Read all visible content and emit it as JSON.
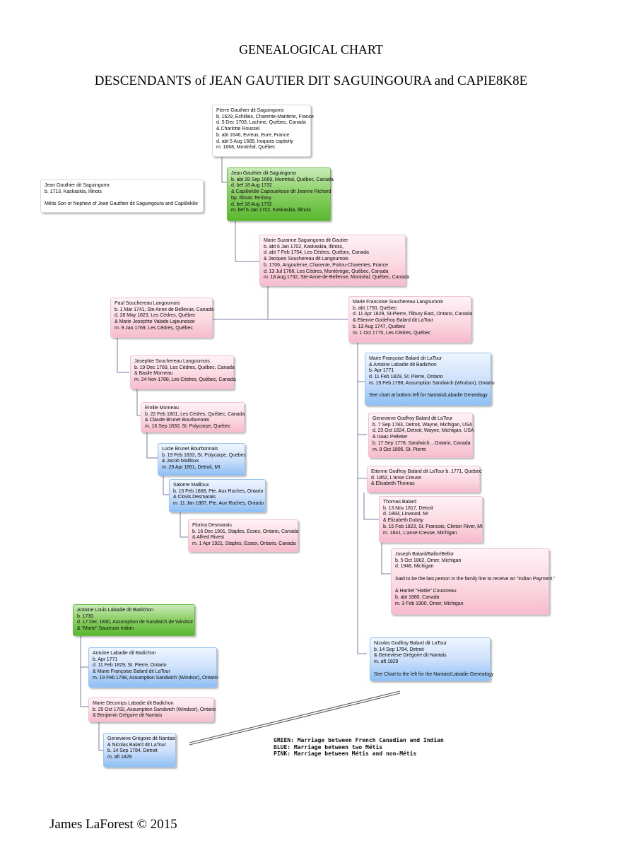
{
  "title": "GENEALOGICAL CHART",
  "subtitle": "DESCENDANTS of JEAN GAUTIER DIT SAGUINGOURA and CAPIE8K8E",
  "boxes": {
    "pierre": [
      "Pierre Gauthier dit Saguingorra",
      "b. 1629, Echillais, Charente-Maritime, France",
      "d. 5 Dec 1703, Lachine, Québec, Canada",
      "& Charlotte Roussel",
      "b. abt 1646, Evreux, Eure, France",
      "d. abt 5 Aug 1689, Iroquois captivity",
      "m. 1668, Montréal, Québec"
    ],
    "jean_gauthier_1713": [
      "Jean Gauthier dit Saguingorra",
      "b. 1713, Kaskaskia, Illinois",
      "",
      "Métis Son or Nephew of Jean Gauthier dit Saguingoura and Capi8ek8e"
    ],
    "jean": [
      "Jean Gauthier dit Saguingorra",
      "b. abt 28 Sep 1669, Montréal, Québec, Canada",
      "d. bef 18 Aug 1732",
      "& Capi8ek8e Capiouekoue dit Jeanne Richard",
      "bp. Illinois Territory",
      "d. bef 18 Aug 1732",
      "m. bef 6 Jan 1702, Kaskaskia, Illinois"
    ],
    "marie_suzanne": [
      "Marie Suzanne Saguingorra dit Gautier",
      "b. abt 6 Jan 1702, Kaskaskia, Illinois,",
      "d. abt 7 Feb 1754, Les Cèdres, Québec, Canada",
      "& Jacques Souchereau dit Langoumois",
      "b. 1706, Angouleme, Charente, Poitou-Charentes, France",
      "d. 13 Jul 1768, Les Cèdres, Montérégie, Québec, Canada",
      "m. 18 Aug 1732, Ste-Anne-de-Bellevue, Montréal, Québec, Canada"
    ],
    "paul": [
      "Paul Souchereau Langoumois",
      "b. 1 Mar 1741, Ste Anne de Bellevue, Canada",
      "d. 28 May 1823, Les Cèdres, Québec",
      "& Marie Josephte Valade Lajeunesse",
      "m. 9 Jan 1769, Les Cèdres, Québec"
    ],
    "marie_francoise_1750": [
      "Marie Francoise Souchereau Langoumois",
      "b. abt 1750, Québec",
      "d. 11 Apr 1829, St-Pierre, Tilbury East, Ontario, Canada",
      "& Etienne Godefroy Balard dit LaTour",
      "b. 13 Aug 1747, Québec",
      "m. 1 Oct 1770, Les Cèdres, Québec"
    ],
    "josephte": [
      "Josephte Souchereau Langoumois",
      "b. 19 Dec 1769, Les Cèdres, Québec, Canada",
      "& Basile Morneau",
      "m. 24 Nov 1788, Les Cèdres, Québec, Canada"
    ],
    "emilie": [
      "Emilie Morneau",
      "b. 22 Feb 1801, Les Cèdres, Québec, Canada",
      "& Claude Brunet Bourbonnais",
      "m. 16 Sep 1830, St. Polycarpe, Quebec"
    ],
    "lucie": [
      "Lucie Brunet Bourbonnais",
      "b. 19 Feb 1833, St. Polycarpe, Quebec",
      "& Jacob Mailloux",
      "m. 29 Apr 1851, Detroit, MI"
    ],
    "salome": [
      "Salome Mailloux",
      "b. 15 Feb 1868, Pte. Aux Roches, Ontario",
      "& Clovis Desmarais",
      "m. 11 Jan 1887, Pte. Aux Roches, Ontario"
    ],
    "florina": [
      "Florina Desmarais",
      "b. 16 Dec 1901, Staples, Essex, Ontario, Canada",
      "& Alfred Rivest",
      "m. 1 Apr 1921, Staples, Essex, Ontario, Canada"
    ],
    "marie_francoise_balard": [
      "Marie Françoise Balard dit LaTour",
      "& Antoine Labadie dit Badichon",
      "b. Apr 1771",
      "d. 11 Feb 1829, St. Pierre, Ontario",
      "m. 19 Feb 1798, Assumption Sandwich (Windsor), Ontario",
      "",
      "See chart at bottom left for Nantais/Labadie Genealogy"
    ],
    "genevieve_godfroy": [
      "Genevieve Godfroy Balard dit LaTour",
      "b. 7 Sep 1783, Detroit, Wayne, Michigan, USA",
      "d. 23 Oct 1824, Detroit, Wayne, Michigan, USA",
      "& Isaac Pelletier",
      "b. 17 Sep 1778, Sandwich, , Ontario, Canada",
      "m. 9 Oct 1806, St. Pierre"
    ],
    "etienne": [
      "Etienne Godfroy Balard dit LaTour b. 1771, Quebec",
      "d. 1852, L'anse Creuse",
      "& Elisabeth Thomas"
    ],
    "thomas": [
      "Thomas Balard",
      "b. 13 Nov 1817, Detroit",
      "d. 1893, Linwood, MI",
      "& Elizabeth Dubay",
      "b. 15 Feb 1823, St. Francois, Clinton River, MI",
      "m. 1841, L'anse Creuse, Michigan"
    ],
    "joseph": [
      "Joseph Balard/Ballor/Bellor",
      "b. 5 Oct 1862, Omer, Michigan",
      "d. 1948, Michigan",
      "",
      "Said to be the last person in the family line to receive an \"Indian Payment.\"",
      "",
      "& Harriet \"Hattie\" Cousineau",
      "b. abt 1880, Canada",
      "m. 3 Feb 1900, Omer, Michigan"
    ],
    "nicolas": [
      "Nicolas Godfroy Balard dit LaTour",
      "b. 14 Sep 1784, Detroit",
      "& Genevieve Grégoire dit Nantais",
      "m. aft 1829",
      "",
      "See Chart to the left for the Nantais/Labadie Genealogy"
    ],
    "antoine_louis": [
      "Antoine Louis Labadie dit Badichon",
      "b. 1730",
      "d. 17 Dec 1830, Assomption de Sandwich de Windsor",
      "& \"Marie\" Sauteuse Indian"
    ],
    "antoine": [
      "Antoine Labadie dit Badichon",
      "b. Apr 1771",
      "d. 11 Feb 1829, St. Pierre, Ontario",
      "& Marie Françoise Balard dit LaTour",
      "m. 19 Feb 1798, Assumption Sandwich (Windsor), Ontario"
    ],
    "marie_decomps": [
      "Marie Decomps Labadie dit Badichon",
      "b. 25 Oct 1782, Assumption Sandwich (Windsor), Ontario",
      "& Benjamin Grégoire dit Nantais"
    ],
    "genevieve_gregoire": [
      "Genevieve Grégoire dit Nantais",
      "& Nicolas Balard dit LaTour",
      "b. 14 Sep 1784, Detroit",
      "m. aft 1829"
    ]
  },
  "legend": [
    "GREEN: Marriage between French Canadian and Indian",
    "BLUE: Marriage between two Métis",
    "PINK: Marriage between Métis and non-Métis"
  ],
  "footer": "James LaForest © 2015"
}
